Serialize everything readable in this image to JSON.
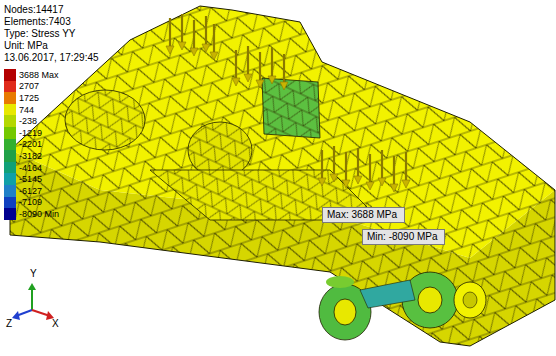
{
  "diagram": {
    "nodes": [
      {
        "text": [
          "Max: 3688 MPa"
        ]
      },
      {
        "text": [
          "Min: -8090 MPa"
        ]
      }
    ],
    "labels": [
      "Nodes:14417",
      "Elements:7403",
      "Type: Stress YY",
      "Unit: MPa",
      "13.06.2017, 17:29:45",
      "Y",
      "Z",
      "X"
    ],
    "legend": [
      {
        "text": "3688 Max",
        "color": "#b40000"
      },
      {
        "text": "2707",
        "color": "#e02a1a"
      },
      {
        "text": "1725",
        "color": "#e87a00"
      },
      {
        "text": "744",
        "color": "#e8e800"
      },
      {
        "text": "-238",
        "color": "#b4d800"
      },
      {
        "text": "-1219",
        "color": "#74c800"
      },
      {
        "text": "-2201",
        "color": "#34b030"
      },
      {
        "text": "-3182",
        "color": "#20a048"
      },
      {
        "text": "-4164",
        "color": "#10a078"
      },
      {
        "text": "-5145",
        "color": "#10a0a8"
      },
      {
        "text": "-6127",
        "color": "#2080c8"
      },
      {
        "text": "-7109",
        "color": "#1040c0"
      },
      {
        "text": "-8090 Min",
        "color": "#000090"
      }
    ]
  }
}
